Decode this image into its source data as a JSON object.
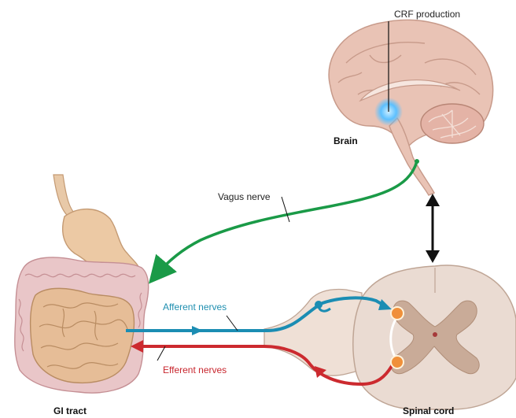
{
  "colors": {
    "afferent": "#1b8db3",
    "efferent": "#cc2a2f",
    "vagus": "#1a9a47",
    "crf_glow": "#4fb8ff",
    "tissue": "#e8c9a8",
    "brain": "#e9c3b5",
    "spinal_cord": "#eadbd2",
    "gray_matter": "#c9ab98",
    "neuron": "#f0903a"
  },
  "labels": {
    "crf": "CRF production",
    "brain": "Brain",
    "vagus": "Vagus nerve",
    "afferent": "Afferent nerves",
    "efferent": "Efferent nerves",
    "gi_tract": "GI tract",
    "spinal_cord": "Spinal cord"
  },
  "icons": {
    "bidirectional": "double-headed-arrow"
  }
}
